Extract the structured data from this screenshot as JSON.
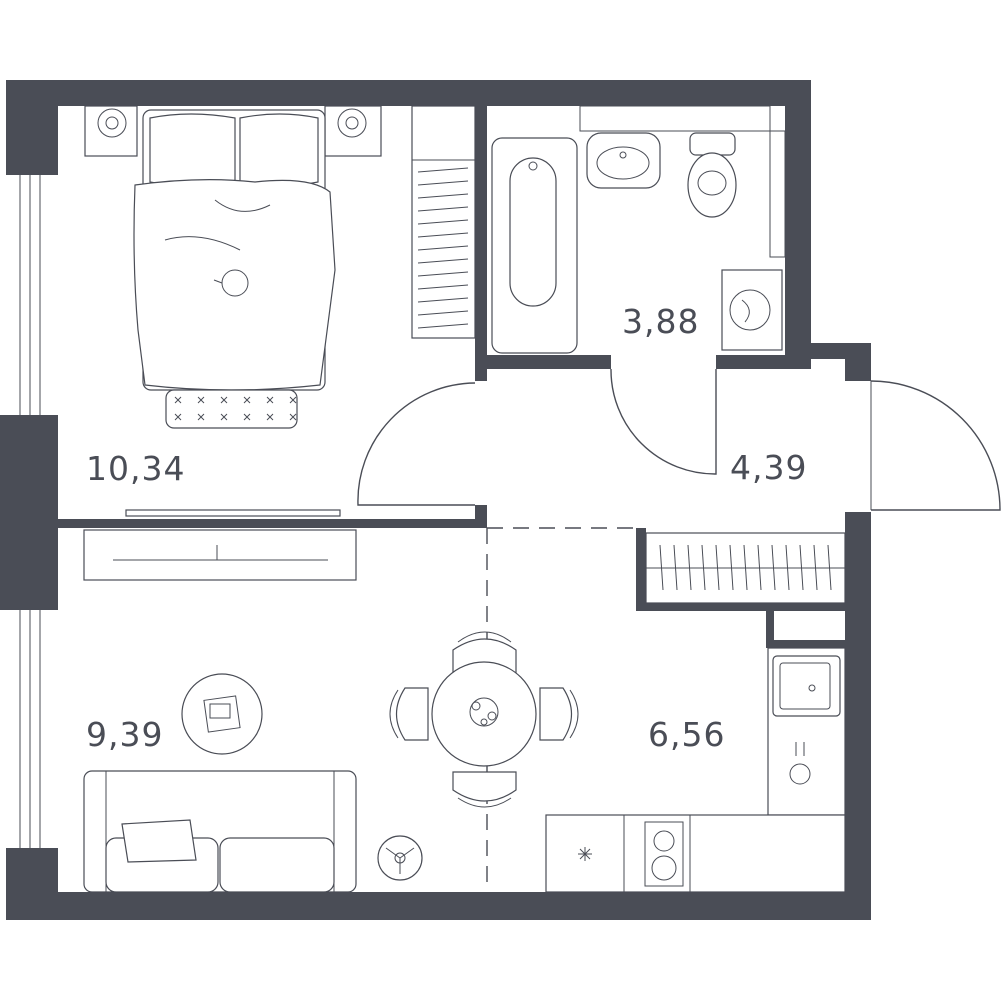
{
  "rooms": {
    "bedroom": {
      "area": "10,34"
    },
    "bathroom": {
      "area": "3,88"
    },
    "hallway": {
      "area": "4,39"
    },
    "living": {
      "area": "9,39"
    },
    "kitchen": {
      "area": "6,56"
    }
  },
  "colors": {
    "wall": "#4a4d56",
    "background": "#ffffff"
  }
}
